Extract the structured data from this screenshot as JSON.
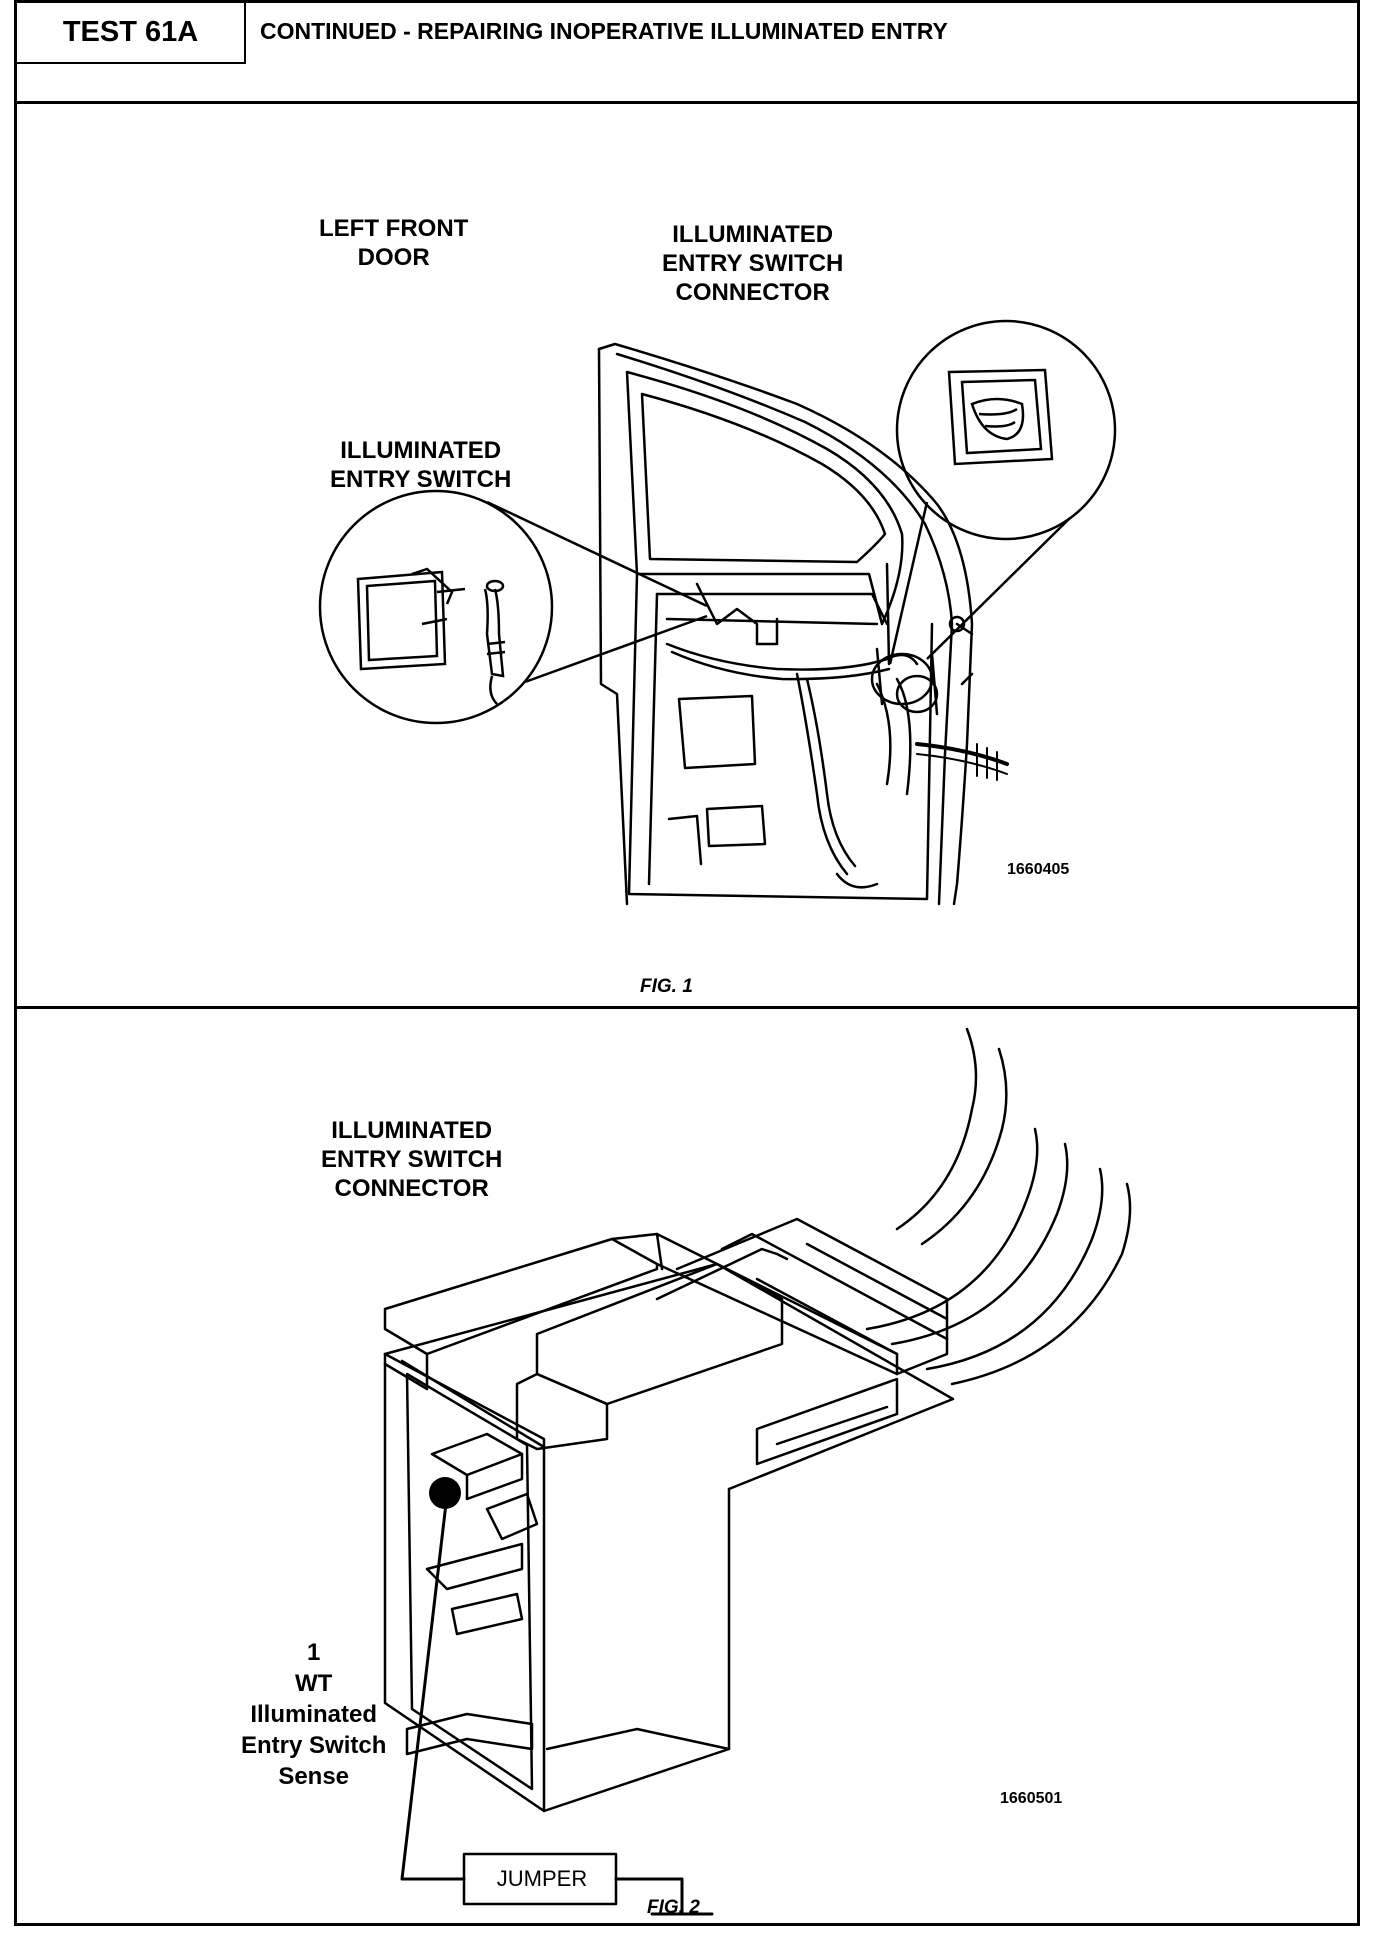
{
  "header": {
    "test_label": "TEST 61A",
    "title": "CONTINUED -  REPAIRING INOPERATIVE ILLUMINATED ENTRY"
  },
  "fig1": {
    "door_label": "LEFT FRONT\nDOOR",
    "connector_label": "ILLUMINATED\nENTRY SWITCH\nCONNECTOR",
    "switch_label": "ILLUMINATED\nENTRY SWITCH",
    "part_number": "1660405",
    "caption": "FIG. 1"
  },
  "fig2": {
    "connector_label": "ILLUMINATED\nENTRY SWITCH\nCONNECTOR",
    "pin_label": "1\nWT\nIlluminated\nEntry Switch\nSense",
    "jumper_label": "JUMPER",
    "part_number": "1660501",
    "caption": "FIG. 2"
  }
}
